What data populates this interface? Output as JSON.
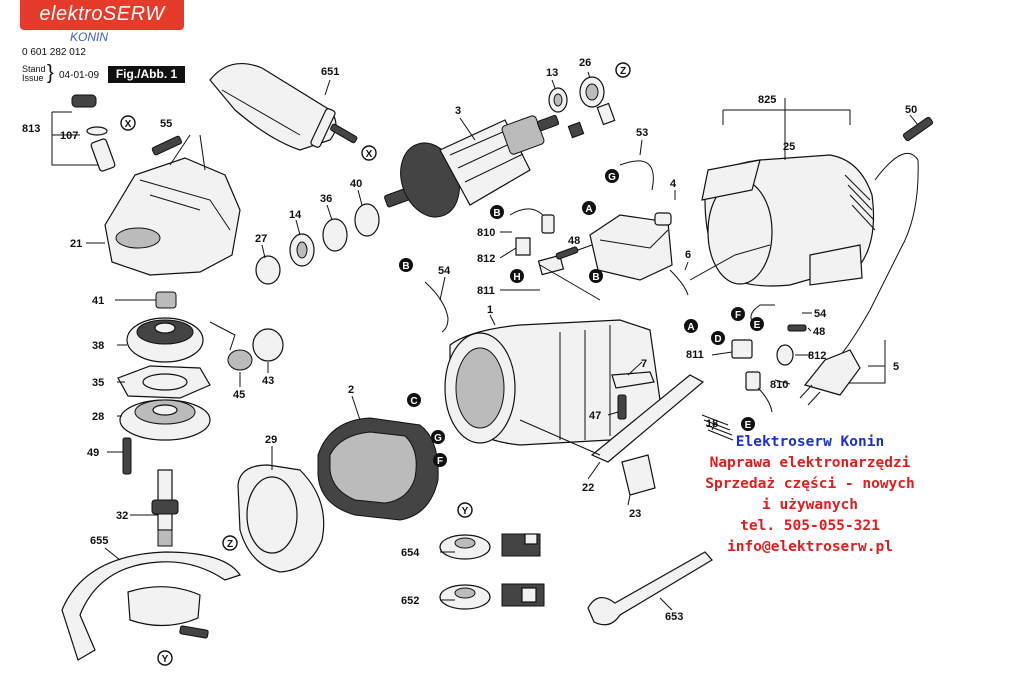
{
  "header": {
    "logo_main": "elektroSERW",
    "logo_sub": "KONIN",
    "doc_number": "0 601 282 012",
    "stand_label": "Stand",
    "issue_label": "Issue",
    "date": "04-01-09",
    "fig_label": "Fig./Abb. 1"
  },
  "shop_info": {
    "line1": "Elektroserw Konin",
    "line2": "Naprawa elektronarzędzi",
    "line3": "Sprzedaż części - nowych",
    "line4": "i używanych",
    "line5": "tel. 505-055-321",
    "line6": "info@elektroserw.pl"
  },
  "part_labels": [
    "813",
    "107",
    "55",
    "21",
    "41",
    "38",
    "35",
    "28",
    "49",
    "32",
    "655",
    "651",
    "3",
    "13",
    "26",
    "40",
    "36",
    "14",
    "27",
    "45",
    "43",
    "29",
    "2",
    "54",
    "1",
    "53",
    "4",
    "810",
    "812",
    "48",
    "811",
    "6",
    "825",
    "25",
    "50",
    "5",
    "7",
    "47",
    "22",
    "23",
    "18",
    "654",
    "652",
    "653"
  ],
  "connectors": [
    "X",
    "Z",
    "Y",
    "A",
    "B",
    "C",
    "D",
    "E",
    "F",
    "G",
    "H"
  ],
  "colors": {
    "logo_bg": "#e63a2a",
    "shop_title": "#1d2fd0",
    "shop_text": "#e21c1c"
  }
}
